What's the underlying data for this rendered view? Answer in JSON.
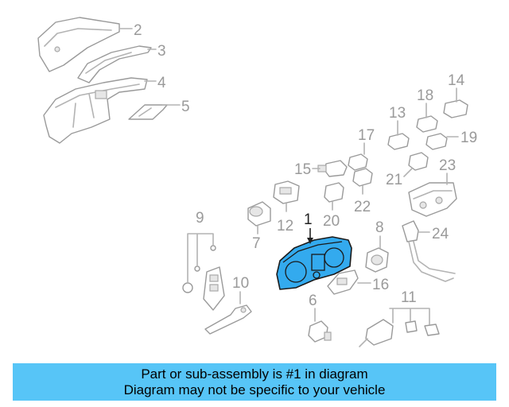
{
  "callouts": [
    "1",
    "2",
    "3",
    "4",
    "5",
    "6",
    "7",
    "8",
    "9",
    "10",
    "11",
    "12",
    "13",
    "14",
    "15",
    "16",
    "17",
    "18",
    "19",
    "20",
    "21",
    "22",
    "23",
    "24"
  ],
  "banner": {
    "line1": "Part or sub-assembly is #1 in diagram",
    "line2": "Diagram may not be specific to your vehicle"
  },
  "colors": {
    "highlight": "#33aaee",
    "banner": "#57c5f7",
    "parts": "#b3b3b3"
  }
}
